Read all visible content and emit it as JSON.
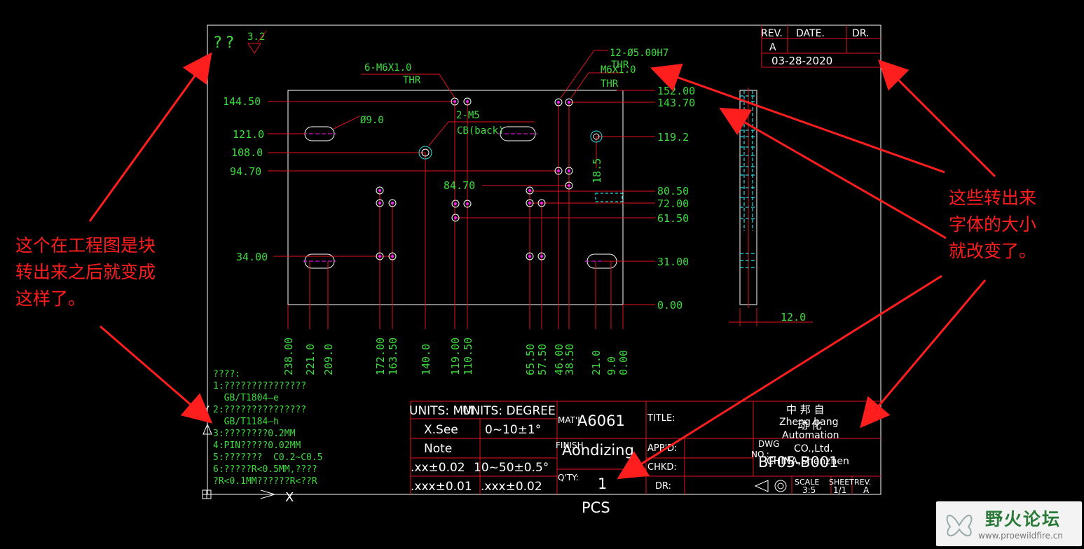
{
  "drawing": {
    "roughness_unknown": "??",
    "roughness_value": "3.2",
    "rev_header": {
      "rev": "REV.",
      "date": "DATE.",
      "dr": "DR."
    },
    "rev_row": {
      "rev": "A",
      "date": "03-28-2020"
    },
    "hole_callouts": {
      "m6": [
        "6-M6X1.0",
        "THR"
      ],
      "m5": [
        "2-M5",
        "CB(back)"
      ],
      "dia5": [
        "12-Ø5.00H7",
        "THR"
      ],
      "m6b": [
        "M6X1.0",
        "THR"
      ],
      "dia9": "Ø9.0"
    },
    "left_dims": [
      "144.50",
      "121.0",
      "108.0",
      "94.70",
      "34.00"
    ],
    "mid_dim": "84.70",
    "right_dims": [
      "152.00",
      "143.70",
      "119.2",
      "80.50",
      "72.00",
      "61.50",
      "31.00",
      "0.00"
    ],
    "right_small": "18.5",
    "side_width": "12.0",
    "bottom_dims": [
      "238.00",
      "221.0",
      "209.0",
      "172.00",
      "163.50",
      "140.0",
      "119.00",
      "110.50",
      "65.50",
      "57.50",
      "46.00",
      "38.50",
      "21.0",
      "9.0",
      "0.00"
    ],
    "notes": [
      "????:",
      "1:???????????????",
      "  GB/T1804—e",
      "2:???????????????",
      "  GB/T1184—h",
      "3:????????0.2MM",
      "4:PIN?????0.02MM",
      "5:???????  C0.2~C0.5",
      "6:?????R<0.5MM,????",
      "?R<0.1MM??????R<??R"
    ],
    "title_block": {
      "units_mm": "UNITS: MM",
      "units_deg": "UNITS: DEGREE",
      "x_see": "X.See",
      "deg_tol": "0~10±1°",
      "note": "Note",
      "xx_tol": ".xx±0.02",
      "deg_tol2": "10~50±0.5°",
      "xxx_tol": ".xxx±0.01",
      "xxx_tol2": ".xxx±0.02",
      "mat_label": "MAT'L",
      "mat_value": "A6061",
      "finish_label": "FINISH",
      "finish_value": "Aondizing",
      "qty_label": "Q'TY:",
      "qty_value": "1",
      "pcs": "PCS",
      "title_label": "TITLE:",
      "appd_label": "APP'D:",
      "chkd_label": "CHKD:",
      "dr_label": "DR:",
      "company_cn": "中 邦 自",
      "company_cn2": "动 化",
      "company_en1": "Zheng bang",
      "company_en2": "Automation",
      "company_en3": "CO.,Ltd.",
      "company_en4": "CHINA,Shenzhen",
      "dwg_no_label1": "DWG",
      "dwg_no_label2": "NO.:",
      "dwg_no": "BF05-B001",
      "scale_label": "SCALE",
      "sheet_label": "SHEET",
      "rev_label": "REV.",
      "scale_value": "3:5",
      "sheet_value": "1/1",
      "rev_value": "A"
    },
    "axis": {
      "x": "X",
      "y": "Y"
    }
  },
  "annotations": {
    "left": "这个在工程图是块\n转出来之后就变成\n这样了。",
    "right": "这些转出来\n字体的大小\n就改变了。"
  },
  "watermark": {
    "title": "野火论坛",
    "url": "www.proewildfire.cn"
  },
  "colors": {
    "background": "#000000",
    "dim_green": "#3cdc3c",
    "line_red": "#e0141e",
    "frame_white": "#ffffff",
    "cyan": "#20e0e8",
    "hole_magenta": "#ff1aff",
    "annotation_red": "#ff1e1e"
  }
}
